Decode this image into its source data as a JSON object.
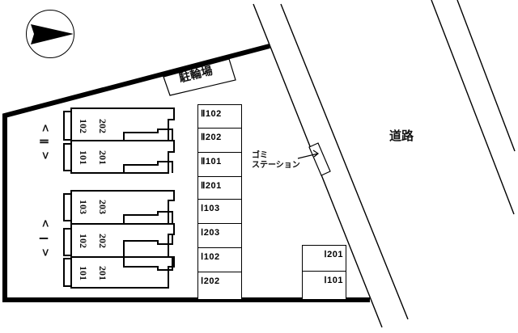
{
  "diagram": {
    "type": "site-plan",
    "compass": {
      "icon": "north-arrow-icon",
      "direction": "right"
    },
    "labels": {
      "bicycle_parking": "駐輪場",
      "road": "道路",
      "garbage_station_line1": "ゴミ",
      "garbage_station_line2": "ステーション"
    },
    "buildings": [
      {
        "name": "<Ⅱ>",
        "name_parts": [
          "<",
          "Ⅱ",
          ">"
        ],
        "units": [
          {
            "upper": "202",
            "lower": "102"
          },
          {
            "upper": "201",
            "lower": "101"
          }
        ]
      },
      {
        "name": "<Ⅰ>",
        "name_parts": [
          "<",
          "Ⅰ",
          ">"
        ],
        "units": [
          {
            "upper": "203",
            "lower": "103"
          },
          {
            "upper": "202",
            "lower": "102"
          },
          {
            "upper": "201",
            "lower": "101"
          }
        ]
      }
    ],
    "parking_column": [
      "Ⅱ102",
      "Ⅱ202",
      "Ⅱ101",
      "Ⅱ201",
      "Ⅰ103",
      "Ⅰ203",
      "Ⅰ102",
      "Ⅰ202"
    ],
    "parking_right": [
      "Ⅰ201",
      "Ⅰ101"
    ]
  }
}
